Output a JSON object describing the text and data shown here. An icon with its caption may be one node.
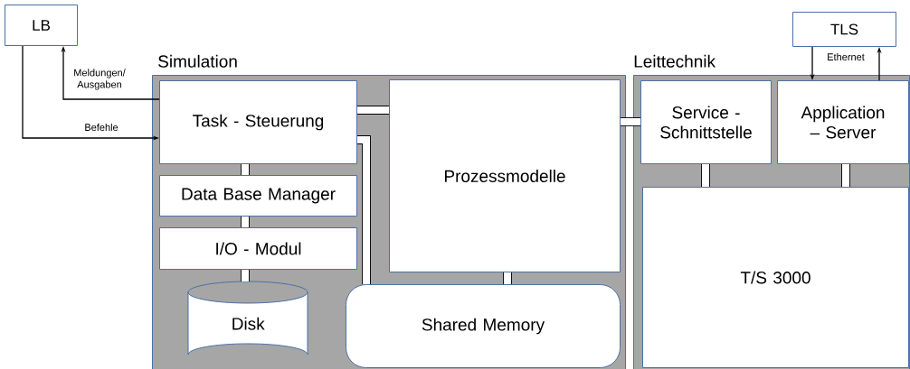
{
  "diagram": {
    "nodes": [
      {
        "text": [
          "LB"
        ]
      },
      {
        "text": [
          "Simulation"
        ]
      },
      {
        "text": [
          "Task - Steuerung"
        ],
        "in": 1
      },
      {
        "text": [
          "Data Base Manager"
        ],
        "in": 1
      },
      {
        "text": [
          "I/O - Modul"
        ],
        "in": 1
      },
      {
        "text": [
          "Disk"
        ],
        "in": 1
      },
      {
        "text": [
          "Prozessmodelle"
        ],
        "in": 1
      },
      {
        "text": [
          "Shared Memory"
        ],
        "in": 1
      },
      {
        "text": [
          "Leittechnik"
        ]
      },
      {
        "text": [
          "Service - Schnittstelle"
        ],
        "in": 8
      },
      {
        "text": [
          "Application – Server"
        ],
        "in": 8
      },
      {
        "text": [
          "T/S 3000"
        ],
        "in": 8
      },
      {
        "text": [
          "TLS"
        ]
      }
    ],
    "edges": [
      {
        "from": 0,
        "to": 2,
        "arrow": "to",
        "label": "Befehle"
      },
      {
        "from": 2,
        "to": 0,
        "arrow": "to",
        "label": "Meldungen/ Ausgaben"
      },
      {
        "from": 12,
        "to": 10,
        "arrow": "to",
        "label": "Ethernet"
      },
      {
        "from": 10,
        "to": 12,
        "arrow": "to"
      },
      {
        "from": 2,
        "to": 6,
        "arrow": "none"
      },
      {
        "from": 2,
        "to": 7,
        "arrow": "none"
      },
      {
        "from": 2,
        "to": 3,
        "arrow": "none"
      },
      {
        "from": 3,
        "to": 4,
        "arrow": "none"
      },
      {
        "from": 4,
        "to": 5,
        "arrow": "none"
      },
      {
        "from": 6,
        "to": 7,
        "arrow": "none"
      },
      {
        "from": 6,
        "to": 9,
        "arrow": "none"
      },
      {
        "from": 9,
        "to": 11,
        "arrow": "none"
      },
      {
        "from": 10,
        "to": 11,
        "arrow": "none"
      }
    ]
  }
}
